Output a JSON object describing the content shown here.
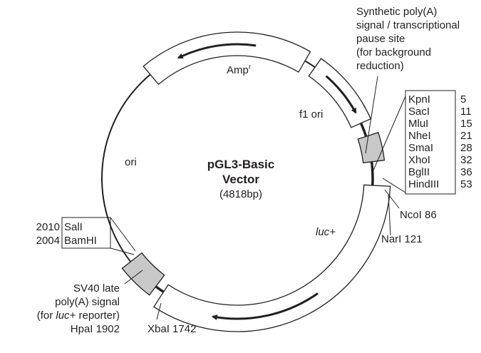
{
  "title": "pGL3-Basic",
  "title2": "Vector",
  "size": "(4818bp)",
  "features": {
    "amp": "Amp",
    "amp_sup": "r",
    "f1": "f1 ori",
    "ori": "ori",
    "luc": "luc+"
  },
  "synthetic_note": [
    "Synthetic poly(A)",
    "signal / transcriptional",
    "pause site",
    "(for background",
    "reduction)"
  ],
  "mcs": [
    {
      "name": "KpnI",
      "pos": "5"
    },
    {
      "name": "SacI",
      "pos": "11"
    },
    {
      "name": "MluI",
      "pos": "15"
    },
    {
      "name": "NheI",
      "pos": "21"
    },
    {
      "name": "SmaI",
      "pos": "28"
    },
    {
      "name": "XhoI",
      "pos": "32"
    },
    {
      "name": "BglII",
      "pos": "36"
    },
    {
      "name": "HindIII",
      "pos": "53"
    }
  ],
  "nco": "NcoI 86",
  "nar": "NarI 121",
  "left_sites": [
    {
      "pos": "2010",
      "name": "SalI"
    },
    {
      "pos": "2004",
      "name": "BamHI"
    }
  ],
  "sv40": [
    "SV40 late",
    "poly(A) signal",
    "(for ",
    "luc+",
    " reporter)",
    "HpaI 1902"
  ],
  "xba": "XbaI 1742",
  "colors": {
    "line": "#231f20",
    "gray": "#c8c8c8"
  }
}
